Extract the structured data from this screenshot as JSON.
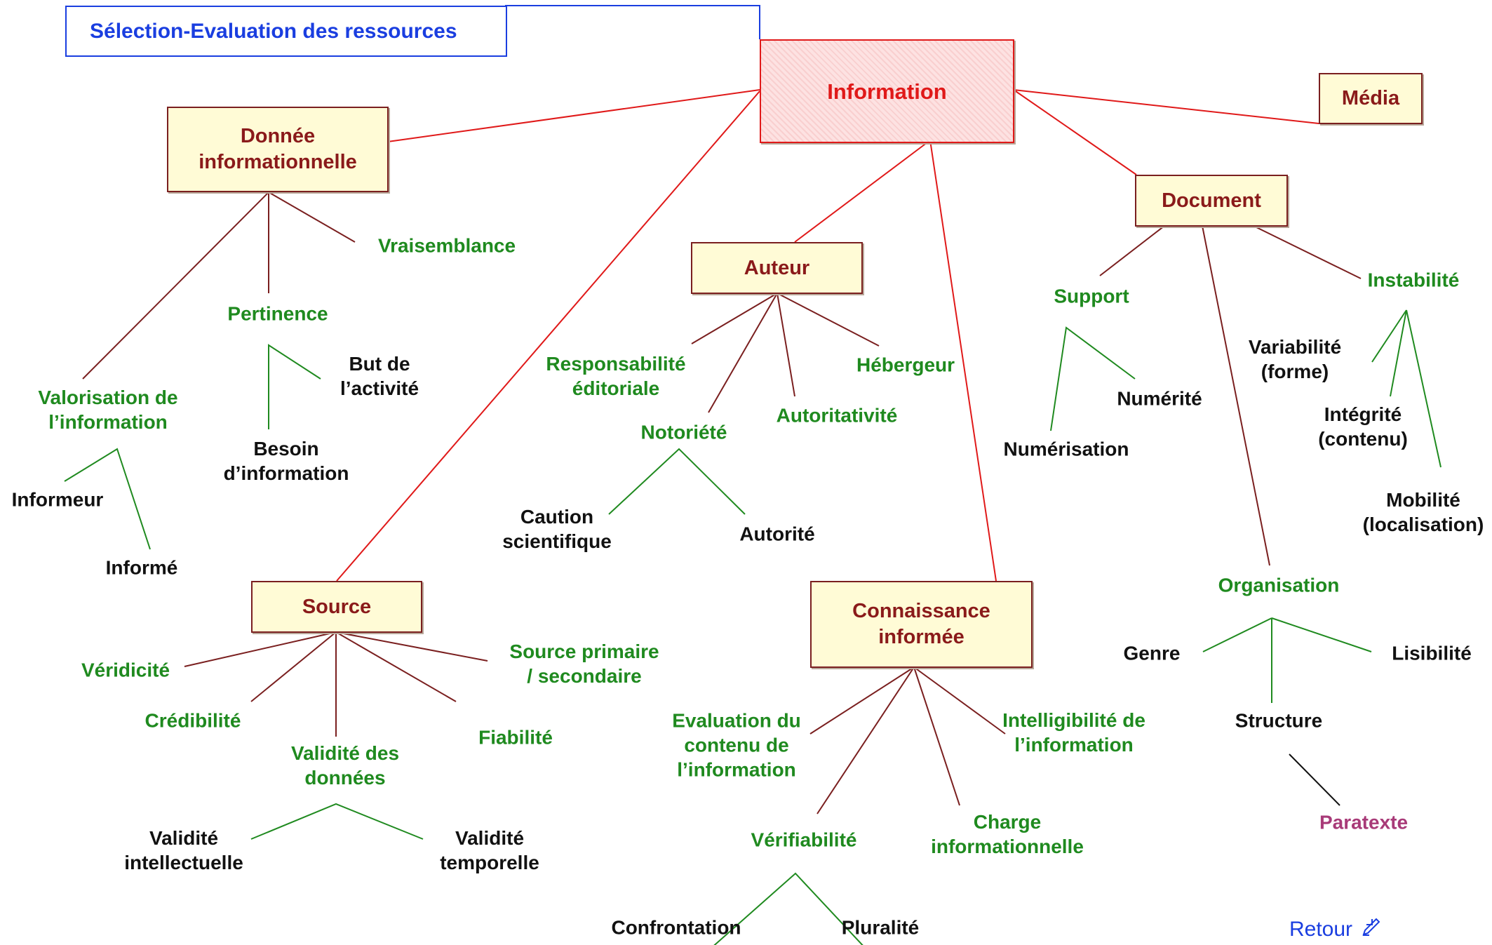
{
  "title": "Sélection-Evaluation des ressources",
  "nodes": {
    "information": "Information",
    "media": "Média",
    "donnee": "Donnée\ninformationnelle",
    "document": "Document",
    "auteur": "Auteur",
    "source": "Source",
    "connaissance": "Connaissance\ninformée"
  },
  "labels": {
    "vraisemblance": "Vraisemblance",
    "pertinence": "Pertinence",
    "but": "But de\nl’activité",
    "besoin": "Besoin\nd’information",
    "valorisation": "Valorisation de\nl’information",
    "informeur": "Informeur",
    "informe": "Informé",
    "responsabilite": "Responsabilité\néditoriale",
    "hebergeur": "Hébergeur",
    "notoriete": "Notoriété",
    "autoritativite": "Autoritativité",
    "caution": "Caution\nscientifique",
    "autorite": "Autorité",
    "support": "Support",
    "instabilite": "Instabilité",
    "variabilite": "Variabilité\n(forme)",
    "numerite": "Numérité",
    "numerisation": "Numérisation",
    "integrite": "Intégrité\n(contenu)",
    "mobilite": "Mobilité\n(localisation)",
    "organisation": "Organisation",
    "genre": "Genre",
    "lisibilite": "Lisibilité",
    "structure": "Structure",
    "paratexte": "Paratexte",
    "veridicite": "Véridicité",
    "source_primaire": "Source primaire\n/ secondaire",
    "credibilite": "Crédibilité",
    "fiabilite": "Fiabilité",
    "validite_donnees": "Validité des\ndonnées",
    "validite_intellectuelle": "Validité\nintellectuelle",
    "validite_temporelle": "Validité\ntemporelle",
    "evaluation": "Evaluation du\ncontenu de\nl’information",
    "intelligibilite": "Intelligibilité de\nl’information",
    "verifiabilite": "Vérifiabilité",
    "charge": "Charge\ninformationnelle",
    "confrontation": "Confrontation",
    "pluralite": "Pluralité"
  },
  "nav": {
    "retour": "Retour"
  },
  "colors": {
    "main_line": "#e01919",
    "branch_line": "#7a1f1f",
    "sub_line": "#1f8a1f",
    "title_blue": "#1a3ee0",
    "box_fill": "#fffbd6",
    "node_text": "#8a1a1a",
    "criterion_text": "#1f8a1f",
    "leaf_text": "#111111",
    "paratexte_text": "#a83a78"
  },
  "icons": {
    "retour": "pencil-arrow-icon"
  }
}
